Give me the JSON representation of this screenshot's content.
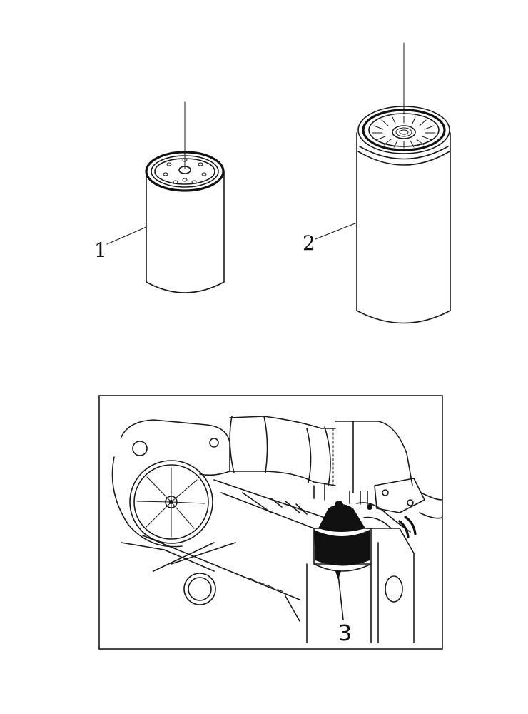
{
  "callouts": {
    "filter_1": "1",
    "filter_2": "2",
    "engine_detail": "3"
  },
  "colors": {
    "ink": "#1a1a1a",
    "background": "#ffffff"
  }
}
